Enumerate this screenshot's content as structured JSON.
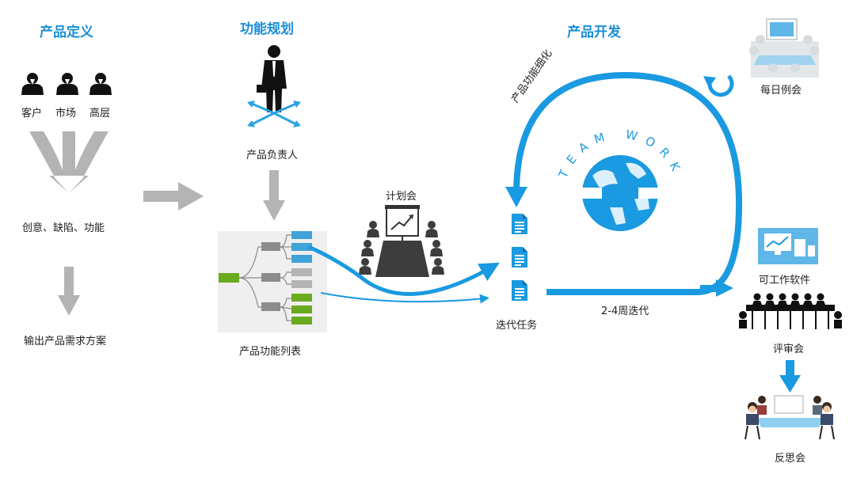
{
  "headings": {
    "definition": "产品定义",
    "planning": "功能规划",
    "development": "产品开发"
  },
  "definition": {
    "roles": [
      "客户",
      "市场",
      "高层"
    ],
    "inputs": "创意、缺陷、功能",
    "output": "输出产品需求方案"
  },
  "planning": {
    "owner": "产品负责人",
    "feature_list": "产品功能列表"
  },
  "development": {
    "planning_meeting": "计划会",
    "refinement": "产品功能细化",
    "teamwork": "TEAM WORK",
    "iteration_tasks": "迭代任务",
    "iteration_cycle": "2-4周迭代",
    "daily_meeting": "每日例会",
    "working_software": "可工作软件",
    "review_meeting": "评审会",
    "retrospective": "反思会"
  },
  "colors": {
    "accent": "#1a9ae0",
    "heading": "#1a8fd6",
    "gray_arrow": "#b4b4b4",
    "tree_green": "#6aaa1e",
    "tree_blue": "#3fa2d8"
  }
}
